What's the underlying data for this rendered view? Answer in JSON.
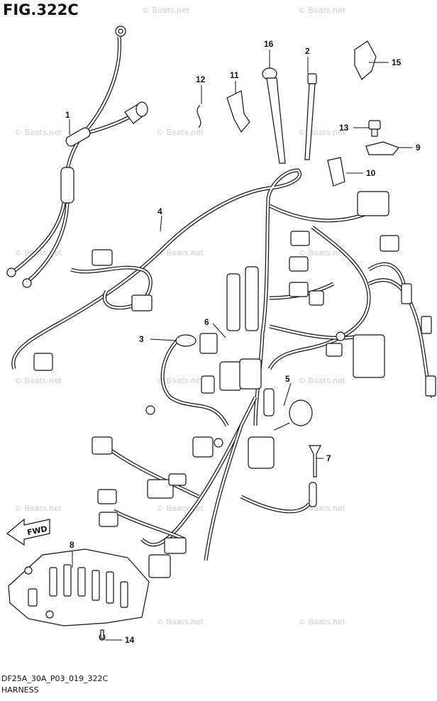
{
  "figure_title": "FIG.322C",
  "footer_code": "DF25A_30A_P03_019_322C",
  "footer_title": "HARNESS",
  "watermark_text": "© Boats.net",
  "direction_label": "FWD",
  "callouts": [
    "1",
    "2",
    "3",
    "4",
    "5",
    "6",
    "7",
    "8",
    "9",
    "10",
    "11",
    "12",
    "13",
    "14",
    "15",
    "16"
  ]
}
